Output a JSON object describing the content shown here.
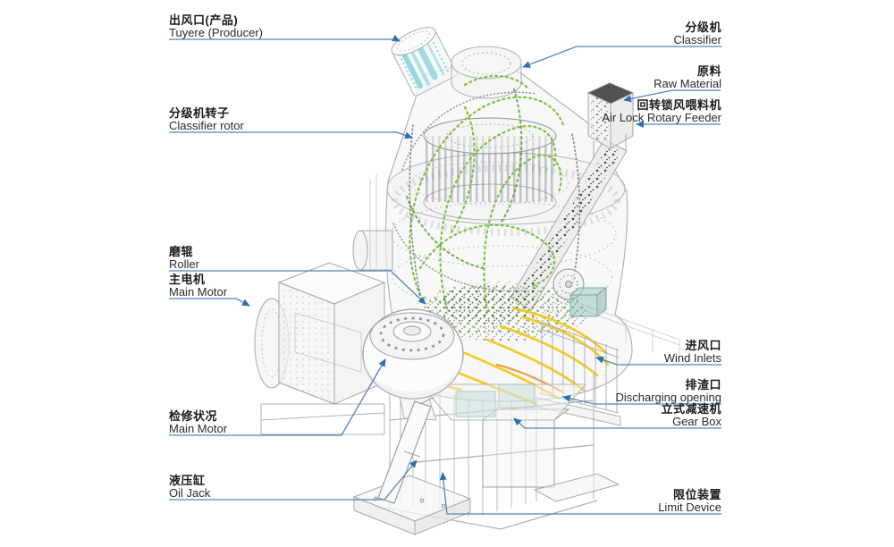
{
  "diagram": {
    "subject": "vertical-roller-mill-structure-diagram",
    "colors": {
      "leader_line": "#4a7fbc",
      "arrowhead": "#2f6fb2",
      "particle_green": "#7cc142",
      "airflow_yellow": "#f3c713",
      "product_cyan": "#52c5ce",
      "machine_gray": "#a3a8ac",
      "material_dark": "#3f4245"
    },
    "labels": [
      {
        "id": "tuyere",
        "cn": "出风口(产品)",
        "en": "Tuyere (Producer)"
      },
      {
        "id": "classifier",
        "cn": "分级机",
        "en": "Classifier"
      },
      {
        "id": "raw-material",
        "cn": "原料",
        "en": "Raw Material"
      },
      {
        "id": "air-lock-feeder",
        "cn": "回转锁风喂料机",
        "en": "Air Lock Rotary Feeder"
      },
      {
        "id": "classifier-rotor",
        "cn": "分级机转子",
        "en": "Classifier rotor"
      },
      {
        "id": "roller",
        "cn": "磨辊",
        "en": "Roller"
      },
      {
        "id": "main-motor",
        "cn": "主电机",
        "en": "Main Motor"
      },
      {
        "id": "wind-inlets",
        "cn": "进风口",
        "en": "Wind Inlets"
      },
      {
        "id": "discharging",
        "cn": "排渣口",
        "en": "Discharging opening"
      },
      {
        "id": "gear-box",
        "cn": "立式减速机",
        "en": "Gear Box"
      },
      {
        "id": "maintenance",
        "cn": "检修状况",
        "en": "Main Motor"
      },
      {
        "id": "oil-jack",
        "cn": "液压缸",
        "en": "Oil Jack"
      },
      {
        "id": "limit-device",
        "cn": "限位装置",
        "en": "Limit Device"
      }
    ]
  }
}
